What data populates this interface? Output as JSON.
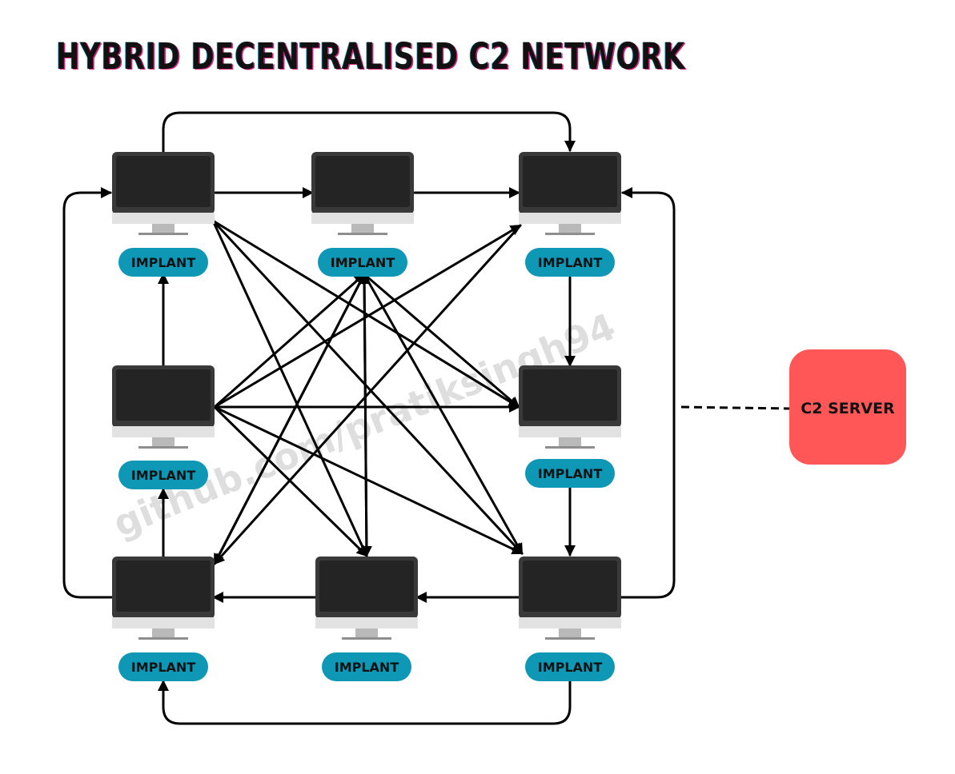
{
  "title": "HYBRID DECENTRALISED C2 NETWORK",
  "implant_label": "IMPLANT",
  "server_label": "C2 SERVER",
  "watermark": "github.com/pratiksingh94",
  "colors": {
    "implant_badge": "#0e98b5",
    "server": "#ff5757",
    "screen": "#242424",
    "monitor_frame": "#393939",
    "monitor_chin": "#e2e2e2",
    "edge": "#000000"
  },
  "nodes": [
    {
      "id": "top-left",
      "label": "IMPLANT"
    },
    {
      "id": "top-middle",
      "label": "IMPLANT"
    },
    {
      "id": "top-right",
      "label": "IMPLANT"
    },
    {
      "id": "middle-left",
      "label": "IMPLANT"
    },
    {
      "id": "middle-right",
      "label": "IMPLANT"
    },
    {
      "id": "bottom-left",
      "label": "IMPLANT"
    },
    {
      "id": "bottom-middle",
      "label": "IMPLANT"
    },
    {
      "id": "bottom-right",
      "label": "IMPLANT"
    }
  ],
  "server": {
    "label": "C2 SERVER",
    "link_style": "dashed"
  },
  "edges": [
    {
      "from": "top-left",
      "to": "top-middle"
    },
    {
      "from": "top-middle",
      "to": "top-right"
    },
    {
      "from": "top-left",
      "to": "top-right",
      "route": "over-top"
    },
    {
      "from": "top-right",
      "to": "middle-right"
    },
    {
      "from": "middle-right",
      "to": "bottom-right"
    },
    {
      "from": "bottom-right",
      "to": "bottom-middle"
    },
    {
      "from": "bottom-middle",
      "to": "bottom-left"
    },
    {
      "from": "bottom-left",
      "to": "middle-left"
    },
    {
      "from": "middle-left",
      "to": "top-left"
    },
    {
      "from": "bottom-left",
      "to": "top-left",
      "route": "outer-left"
    },
    {
      "from": "bottom-right",
      "to": "top-right",
      "route": "outer-right"
    },
    {
      "from": "bottom-right",
      "to": "bottom-left",
      "route": "under-bottom"
    },
    {
      "from": "top-left",
      "to": "middle-right"
    },
    {
      "from": "top-left",
      "to": "bottom-right"
    },
    {
      "from": "top-left",
      "to": "bottom-middle"
    },
    {
      "from": "top-middle",
      "to": "middle-right"
    },
    {
      "from": "top-middle",
      "to": "bottom-right"
    },
    {
      "from": "top-middle",
      "to": "bottom-left"
    },
    {
      "from": "top-middle",
      "to": "bottom-middle"
    },
    {
      "from": "middle-left",
      "to": "top-right"
    },
    {
      "from": "middle-left",
      "to": "top-middle"
    },
    {
      "from": "middle-left",
      "to": "middle-right"
    },
    {
      "from": "middle-left",
      "to": "bottom-middle"
    },
    {
      "from": "middle-left",
      "to": "bottom-right"
    },
    {
      "from": "top-right",
      "to": "bottom-left"
    },
    {
      "from": "bottom-left",
      "to": "top-middle"
    },
    {
      "from": "bottom-middle",
      "to": "top-middle"
    }
  ]
}
